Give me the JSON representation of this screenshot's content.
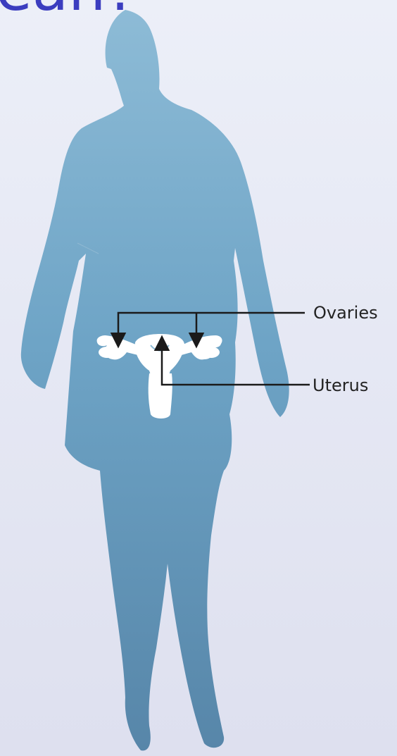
{
  "heading": {
    "text": "ean?"
  },
  "labels": {
    "ovaries": "Ovaries",
    "uterus": "Uterus"
  },
  "colors": {
    "background_top": "#ECEFF8",
    "background_bottom": "#DEE0EF",
    "heading": "#3B3DBF",
    "silhouette_light": "#8DBBD6",
    "silhouette_mid": "#6EA4C6",
    "silhouette_dark": "#5786A9",
    "organ": "#FFFFFF",
    "leader_line": "#1A1A1A"
  },
  "icons": {
    "figure": "woman-silhouette",
    "organ": "uterus-icon"
  }
}
